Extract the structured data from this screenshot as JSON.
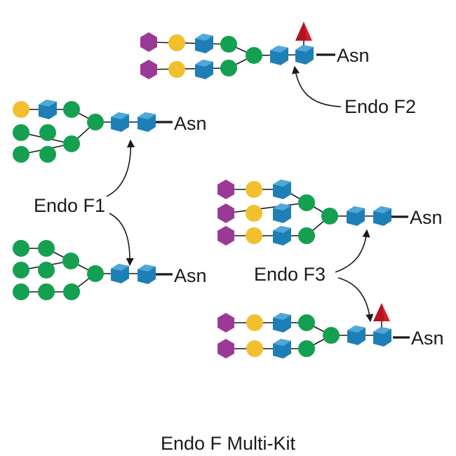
{
  "caption": "Endo F Multi-Kit",
  "enzymes": {
    "f1": "Endo F1",
    "f2": "Endo F2",
    "f3": "Endo F3"
  },
  "glycans": {
    "f2_target": {
      "aglycone": "Asn"
    },
    "f1_target_hybrid": {
      "aglycone": "Asn"
    },
    "f1_target_high_mannose": {
      "aglycone": "Asn"
    },
    "f3_target_triantennary": {
      "aglycone": "Asn"
    },
    "f3_target_core_fucosylated": {
      "aglycone": "Asn"
    }
  },
  "symbol_colors": {
    "sialic_acid": "#9b3a96",
    "galactose": "#f2c02e",
    "glcnac": "#1e7fb6",
    "mannose": "#14a050",
    "fucose": "#d81e2b"
  }
}
